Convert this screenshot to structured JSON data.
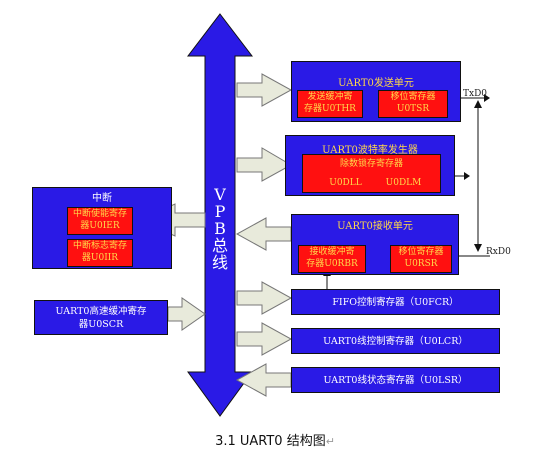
{
  "bus": {
    "label_chars": [
      "V",
      "P",
      "B",
      "总",
      "线"
    ]
  },
  "tx_unit": {
    "title": "UART0发送单元",
    "hold_reg": {
      "line1": "发送缓冲寄",
      "line2": "存器U0THR"
    },
    "shift_reg": {
      "line1": "移位寄存器",
      "line2": "U0TSR"
    }
  },
  "baud_unit": {
    "title": "UART0波特率发生器",
    "latch_reg": {
      "line1": "除数锁存寄存器",
      "part1": "U0DLL",
      "part2": "U0DLM"
    }
  },
  "interrupt_unit": {
    "title": "中断",
    "enable_reg": {
      "line1": "中断使能寄存",
      "line2": "器U0IER"
    },
    "ident_reg": {
      "line1": "中断标志寄存",
      "line2": "器U0IIR"
    }
  },
  "rx_unit": {
    "title": "UART0接收单元",
    "buffer_reg": {
      "line1": "接收缓冲寄",
      "line2": "存器U0RBR"
    },
    "shift_reg": {
      "line1": "移位寄存器",
      "line2": "U0RSR"
    }
  },
  "scratch": {
    "line1": "UART0高速缓冲寄存",
    "line2": "器U0SCR"
  },
  "fifo": {
    "label": "FIFO控制寄存器（U0FCR）"
  },
  "line_ctrl": {
    "label": "UART0线控制寄存器（U0LCR）"
  },
  "line_status": {
    "label": "UART0线状态寄存器（U0LSR）"
  },
  "pins": {
    "tx": "TxD0",
    "rx": "RxD0"
  },
  "caption": {
    "text": "3.1 UART0 结构图",
    "return_mark": "↵"
  },
  "colors": {
    "unit_fill": "#2a1ae6",
    "register_fill": "#ff1010",
    "arrow_fill": "#e8eadb",
    "title_text": "#ffd84a"
  }
}
